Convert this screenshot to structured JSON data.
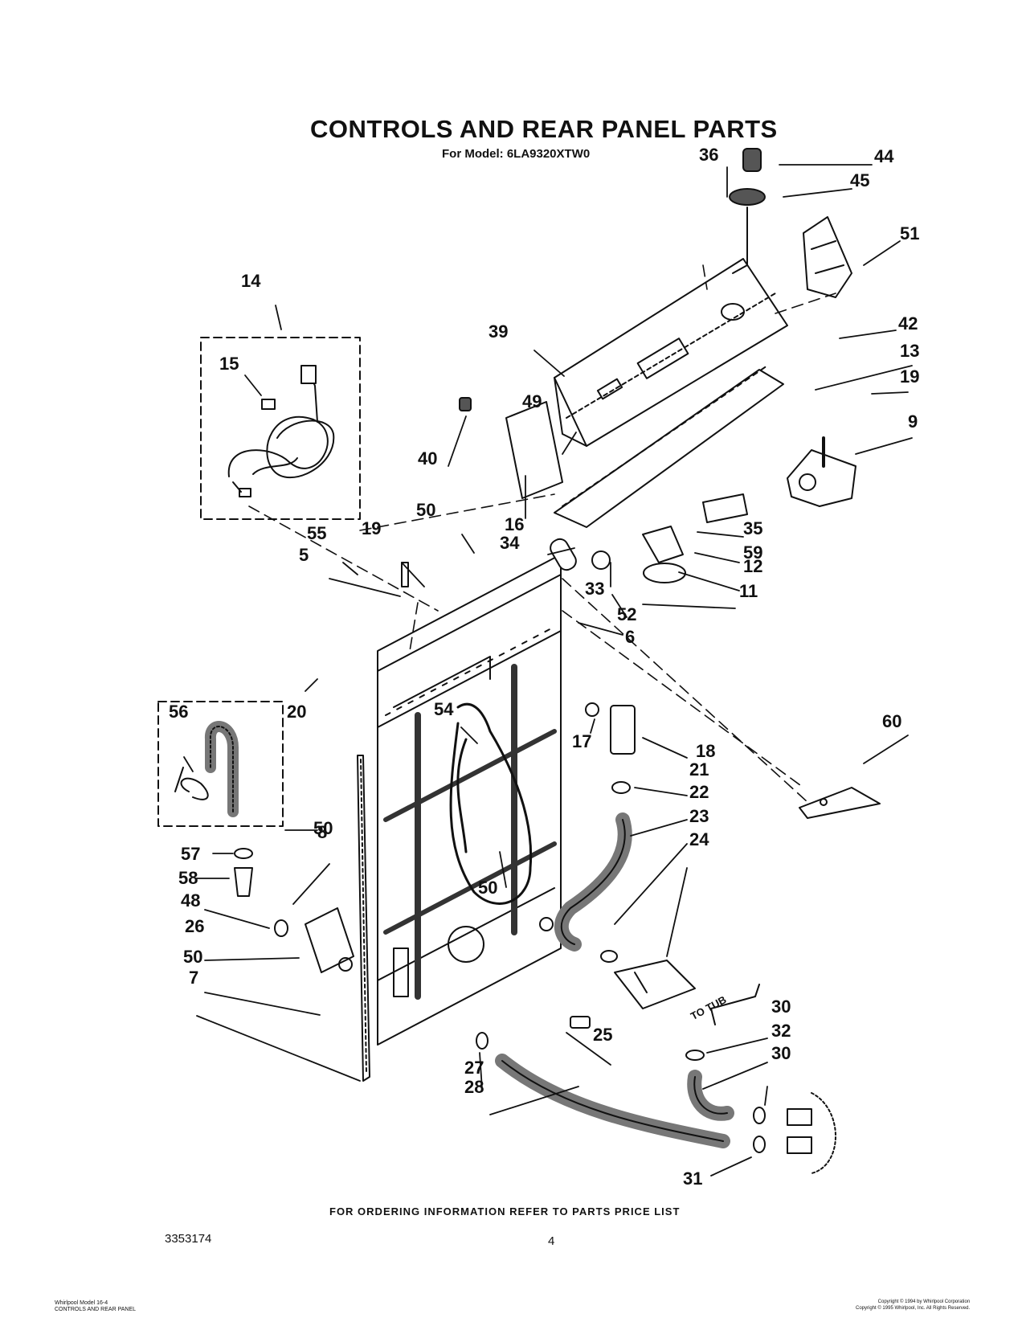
{
  "title": "CONTROLS AND REAR PANEL PARTS",
  "model": "For Model: 6LA9320XTW0",
  "footer_note": "FOR ORDERING INFORMATION REFER TO PARTS PRICE LIST",
  "doc_number": "3353174",
  "page_number": "4",
  "small_left": [
    "Whirlpool Model 16-4",
    "CONTROLS AND REAR PANEL"
  ],
  "small_right": [
    "Copyright © 1994 by Whirlpool Corporation",
    "Copyright © 1995 Whirlpool, Inc. All Rights Reserved."
  ],
  "tub_label": "TO TUB",
  "part_labels": [
    "14",
    "15",
    "36",
    "44",
    "45",
    "51",
    "39",
    "42",
    "13",
    "19",
    "9",
    "40",
    "49",
    "16",
    "50",
    "55",
    "19",
    "5",
    "34",
    "35",
    "59",
    "12",
    "11",
    "33",
    "52",
    "6",
    "20",
    "56",
    "54",
    "17",
    "18",
    "60",
    "21",
    "22",
    "23",
    "24",
    "8",
    "57",
    "50",
    "58",
    "48",
    "50",
    "26",
    "50",
    "7",
    "25",
    "27",
    "28",
    "30",
    "32",
    "30",
    "31"
  ]
}
